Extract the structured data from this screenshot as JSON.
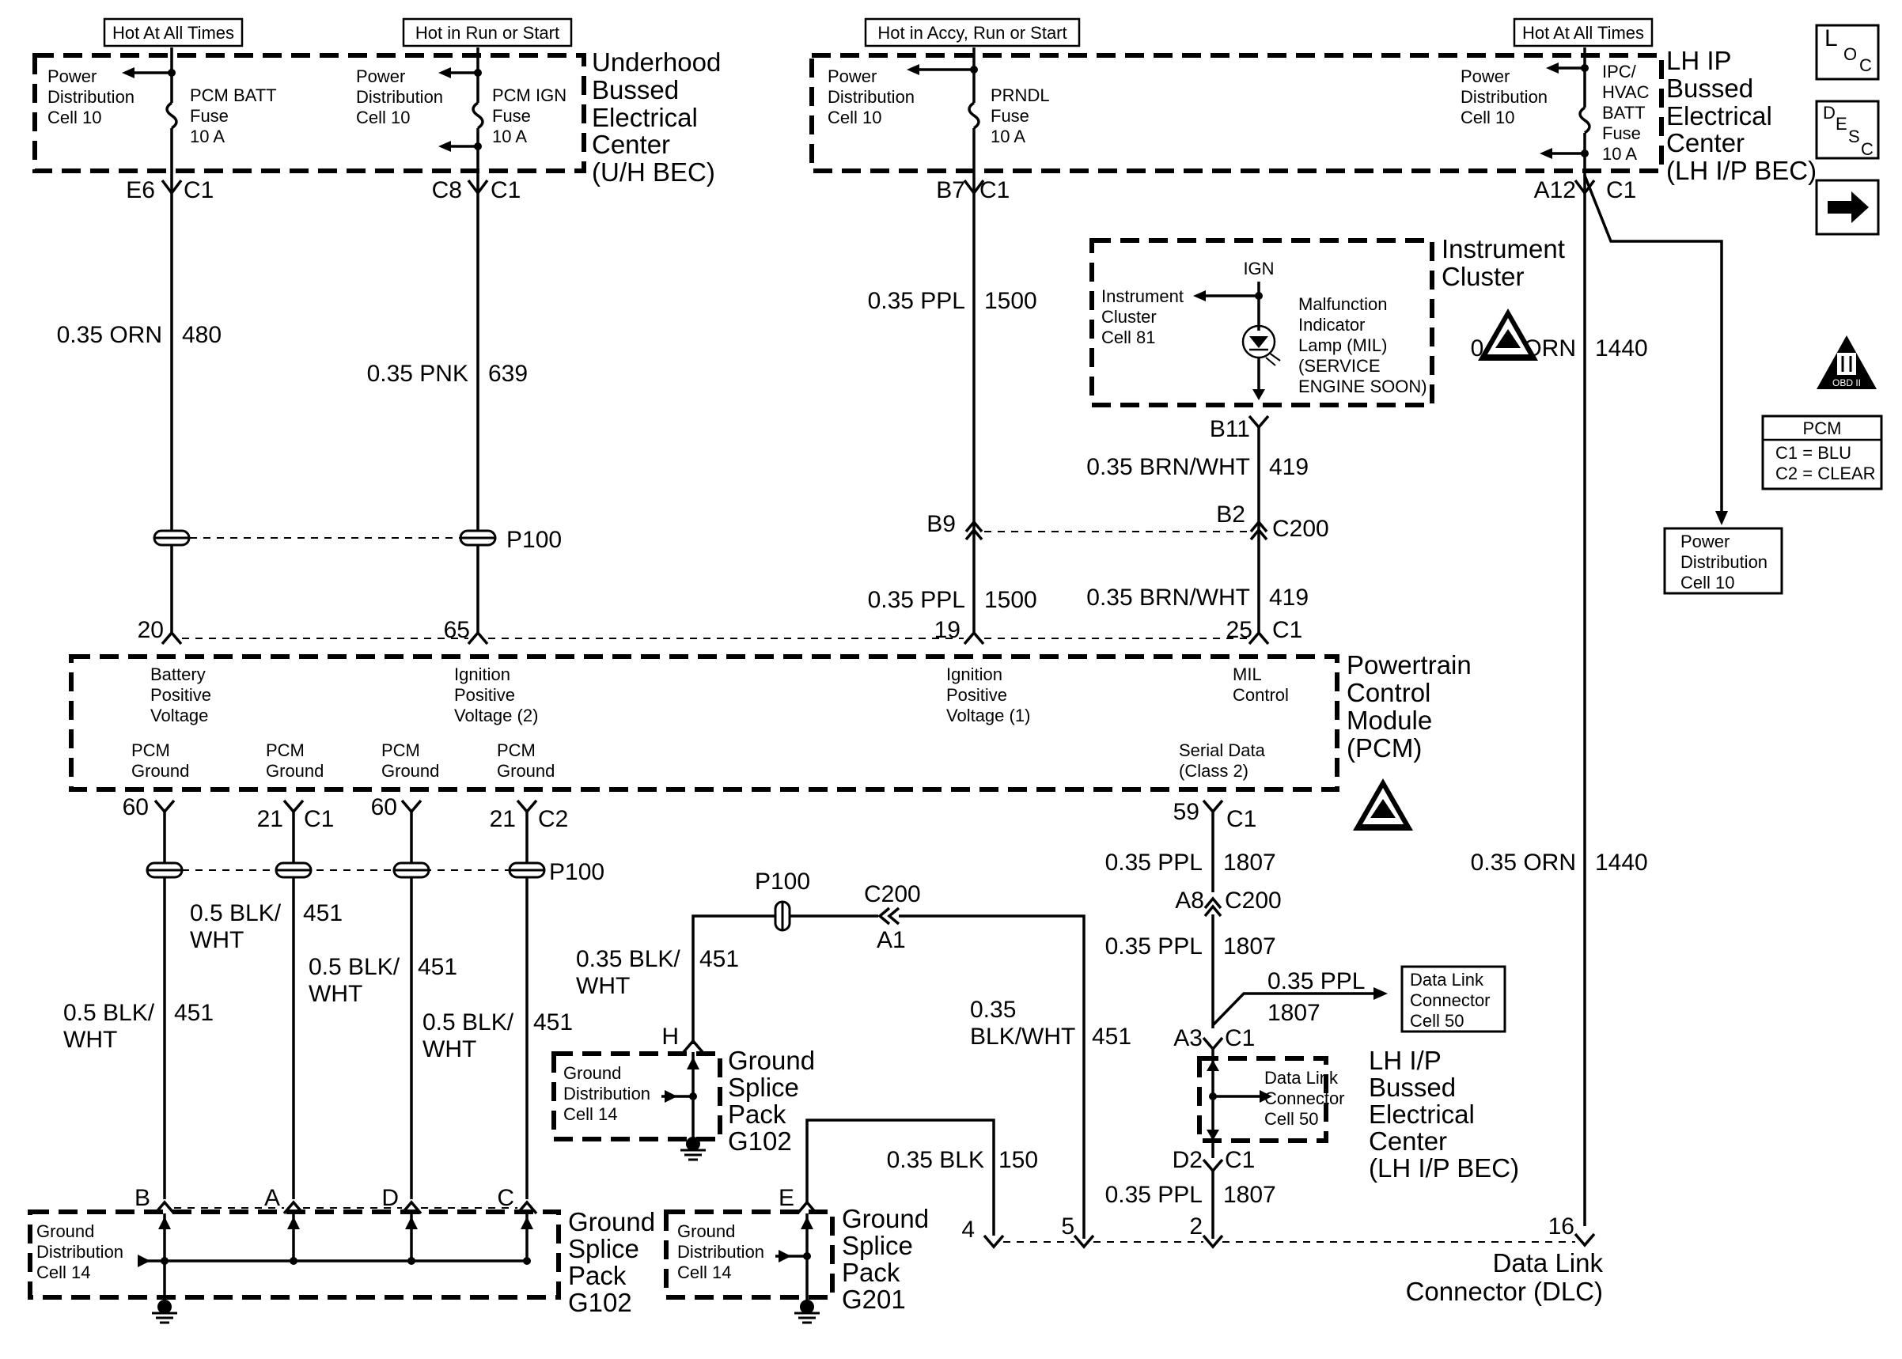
{
  "sources": {
    "uh_batt": "Hot At All Times",
    "uh_ign": "Hot in Run or Start",
    "ip_accy": "Hot in Accy, Run or Start",
    "ip_batt": "Hot At All Times"
  },
  "uh_bec": {
    "label": [
      "Underhood",
      "Bussed",
      "Electrical",
      "Center",
      "(U/H BEC)"
    ],
    "pd1": [
      "Power",
      "Distribution",
      "Cell 10"
    ],
    "fuse1": [
      "PCM BATT",
      "Fuse",
      "10 A"
    ],
    "pd2": [
      "Power",
      "Distribution",
      "Cell 10"
    ],
    "fuse2": [
      "PCM IGN",
      "Fuse",
      "10 A"
    ],
    "pin1": "E6",
    "conn1": "C1",
    "pin2": "C8",
    "conn2": "C1"
  },
  "ip_bec": {
    "label": [
      "LH IP",
      "Bussed",
      "Electrical",
      "Center",
      "(LH I/P BEC)"
    ],
    "pd1": [
      "Power",
      "Distribution",
      "Cell 10"
    ],
    "fuse1": [
      "PRNDL",
      "Fuse",
      "10 A"
    ],
    "pd2": [
      "Power",
      "Distribution",
      "Cell 10"
    ],
    "fuse2": [
      "IPC/",
      "HVAC",
      "BATT",
      "Fuse",
      "10 A"
    ],
    "pin1": "B7",
    "conn1": "C1",
    "pin2": "A12",
    "conn2": "C1"
  },
  "wires": {
    "w480_size": "0.35 ORN",
    "w480_num": "480",
    "w639_size": "0.35 PNK",
    "w639_num": "639",
    "w1500_size": "0.35 PPL",
    "w1500_num": "1500",
    "w1500b_size": "0.35 PPL",
    "w1500b_num": "1500",
    "w419_size": "0.35 BRN/WHT",
    "w419_num": "419",
    "w419b_size": "0.35 BRN/WHT",
    "w419b_num": "419",
    "w1440_size": "0.35 ORN",
    "w1440_num": "1440",
    "w1440b_size": "0.35 ORN",
    "w1440b_num": "1440",
    "g1_size": [
      "0.5 BLK/",
      "WHT"
    ],
    "g1_num": "451",
    "g2_size": [
      "0.5 BLK/",
      "WHT"
    ],
    "g2_num": "451",
    "g3_size": [
      "0.5 BLK/",
      "WHT"
    ],
    "g3_num": "451",
    "g4_size": [
      "0.5 BLK/",
      "WHT"
    ],
    "g4_num": "451",
    "gh_size": [
      "0.35 BLK/",
      "WHT"
    ],
    "gh_num": "451",
    "g5_size": [
      "0.35",
      "BLK/WHT"
    ],
    "g5_num": "451",
    "g150_size": "0.35 BLK",
    "g150_num": "150",
    "s1_size": "0.35 PPL",
    "s1_num": "1807",
    "s2_size": "0.35 PPL",
    "s2_num": "1807",
    "s3_size": "0.35 PPL",
    "s3_num": "1807",
    "s4_size": "0.35 PPL",
    "s4_num": "1807"
  },
  "cluster": {
    "label": [
      "Instrument",
      "Cluster"
    ],
    "cell": [
      "Instrument",
      "Cluster",
      "Cell 81"
    ],
    "ign": "IGN",
    "mil": [
      "Malfunction",
      "Indicator",
      "Lamp (MIL)",
      "(SERVICE",
      "ENGINE SOON)"
    ],
    "pin": "B11"
  },
  "c200": {
    "pin_left": "B9",
    "pin_right": "B2",
    "name": "C200"
  },
  "p100": {
    "name": "P100",
    "name2": "P100"
  },
  "pcm": {
    "label": [
      "Powertrain",
      "Control",
      "Module",
      "(PCM)"
    ],
    "pin20": "20",
    "pin65": "65",
    "pin19": "19",
    "pin25": "25",
    "conn_top": "C1",
    "batt": [
      "Battery",
      "Positive",
      "Voltage"
    ],
    "ign2": [
      "Ignition",
      "Positive",
      "Voltage (2)"
    ],
    "ign1": [
      "Ignition",
      "Positive",
      "Voltage (1)"
    ],
    "mil": [
      "MIL",
      "Control"
    ],
    "gnd1": [
      "PCM",
      "Ground"
    ],
    "gnd2": [
      "PCM",
      "Ground"
    ],
    "gnd3": [
      "PCM",
      "Ground"
    ],
    "gnd4": [
      "PCM",
      "Ground"
    ],
    "serial": [
      "Serial Data",
      "(Class 2)"
    ],
    "p60a": "60",
    "p21a": "21",
    "c1a": "C1",
    "p60b": "60",
    "p21b": "21",
    "c2b": "C2",
    "p59": "59",
    "c1c": "C1"
  },
  "mid": {
    "p100": "P100",
    "c200": "C200",
    "a1": "A1",
    "h": "H",
    "e": "E",
    "a8": "A8",
    "c200b": "C200",
    "a3": "A3",
    "c1a3": "C1",
    "d2": "D2",
    "c1d2": "C1"
  },
  "ground1": {
    "cell": [
      "Ground",
      "Distribution",
      "Cell 14"
    ],
    "label": [
      "Ground",
      "Splice",
      "Pack",
      "G102"
    ],
    "pins": [
      "B",
      "A",
      "D",
      "C"
    ]
  },
  "ground2": {
    "cell": [
      "Ground",
      "Distribution",
      "Cell 14"
    ],
    "label": [
      "Ground",
      "Splice",
      "Pack",
      "G102"
    ]
  },
  "ground3": {
    "cell": [
      "Ground",
      "Distribution",
      "Cell 14"
    ],
    "label": [
      "Ground",
      "Splice",
      "Pack",
      "G201"
    ]
  },
  "lhbec2": {
    "cell": [
      "Data Link",
      "Connector",
      "Cell 50"
    ],
    "label": [
      "LH I/P",
      "Bussed",
      "Electrical",
      "Center",
      "(LH I/P BEC)"
    ]
  },
  "dlc_ref": [
    "Data Link",
    "Connector",
    "Cell 50"
  ],
  "dlc": {
    "label": [
      "Data Link",
      "Connector (DLC)"
    ],
    "p4": "4",
    "p5": "5",
    "p2": "2",
    "p16": "16"
  },
  "pdc10": [
    "Power",
    "Distribution",
    "Cell 10"
  ],
  "legend": {
    "loc": [
      "L",
      "O",
      "C"
    ],
    "desc": [
      "D",
      "E",
      "S",
      "C"
    ],
    "obd": "OBD II",
    "pcm_title": "PCM",
    "pcm_c1": "C1 = BLU",
    "pcm_c2": "C2 = CLEAR"
  }
}
